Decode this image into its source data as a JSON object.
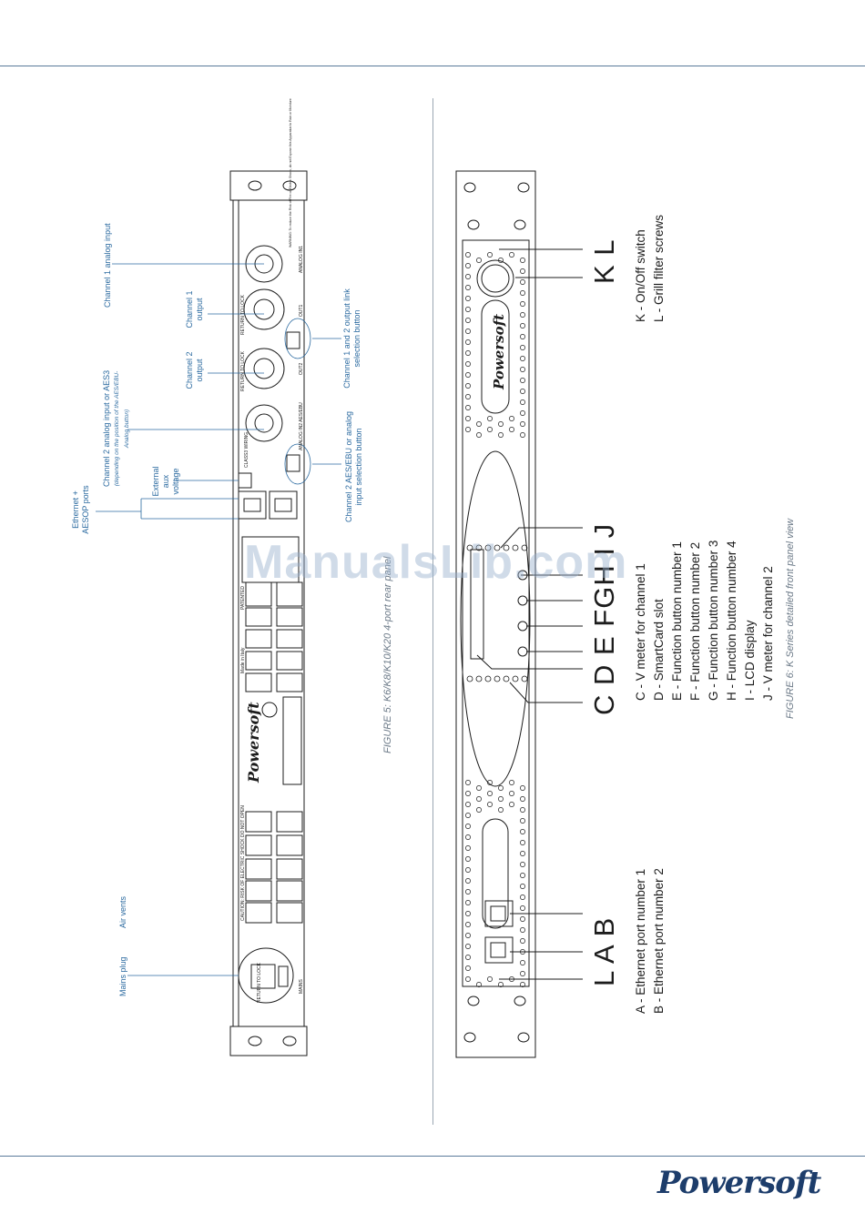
{
  "figure5": {
    "caption": "FIGURE 5: K6/K8/K10/K20 4-port rear panel",
    "callouts": {
      "ch1_analog_input": "Channel 1 analog input",
      "ch1_output": "Channel 1 output",
      "ch2_output": "Channel 2 output",
      "ch2_analog_input_line1": "Channel 2 analog input or AES3",
      "ch2_analog_input_line2": "(depending on the position of the AES/EBU-",
      "ch2_analog_input_line3": "Analog button)",
      "ext_aux_voltage": "External aux voltage",
      "ethernet_aesop": "Ethernet + AESOP ports",
      "air_vents": "Air vents",
      "mains_plug": "Mains plug",
      "link_selection": "Channel 1 and 2 output link selection button",
      "aes_selection": "Channel 2 AES/EBU or analog input selection button"
    },
    "panel_labels": {
      "mains": "MAINS",
      "caution": "CAUTION: RISK OF ELECTRIC SHOCK DO NOT OPEN",
      "analog_in1": "ANALOG IN1",
      "analog_in2": "ANALOG IN2 AES/EBU",
      "out1": "OUT1",
      "out2": "OUT2",
      "class3": "CLASS3 WIRING",
      "patented": "PATENTED",
      "made_in_italy": "Made in Italy",
      "brand": "Powersoft",
      "turn_to_lock": "RETURN TO LOCK",
      "warning": "WARNING: To reduce the Risk of Fire or Electric Shock, do not Expose this Apparatus to Rain or Moisture"
    }
  },
  "figure6": {
    "caption": "FIGURE 6: K Series detailed front panel view",
    "letters_bottom": "L A  B",
    "letters_middle": "C D E FGH I  J",
    "letters_top": "K  L",
    "legend_ab": [
      "A - Ethernet port number 1",
      "B - Ethernet port number 2"
    ],
    "legend_cj": [
      "C - V meter for channel 1",
      "D - SmartCard slot",
      "E - Function button number 1",
      "F - Function button number 2",
      "G - Function button number 3",
      "H - Function button number 4",
      "I   - LCD display",
      "J   - V meter for channel 2"
    ],
    "legend_kl": [
      "K - On/Off switch",
      "L - Grill filter screws"
    ]
  },
  "watermark": "ManualsLib.com",
  "footer": {
    "logo": "Powersoft"
  },
  "colors": {
    "rule": "#5a7a9a",
    "callout": "#2b6aa0",
    "caption": "#6c7a88",
    "logo": "#1d3d6b"
  }
}
